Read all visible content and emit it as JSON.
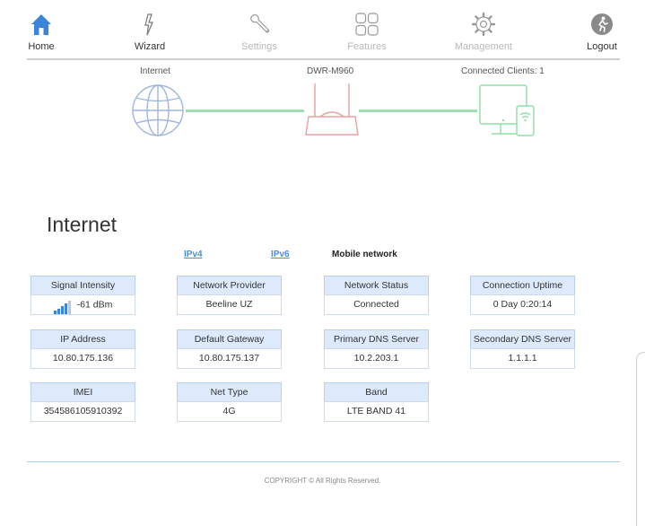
{
  "nav": {
    "items": [
      {
        "label": "Home",
        "icon": "home-icon",
        "state": "active"
      },
      {
        "label": "Wizard",
        "icon": "wizard-icon",
        "state": "normal"
      },
      {
        "label": "Settings",
        "icon": "wrench-icon",
        "state": "disabled"
      },
      {
        "label": "Features",
        "icon": "features-grid-icon",
        "state": "disabled"
      },
      {
        "label": "Management",
        "icon": "gear-icon",
        "state": "disabled"
      },
      {
        "label": "Logout",
        "icon": "logout-icon",
        "state": "normal"
      }
    ]
  },
  "diagram": {
    "internet_label": "Internet",
    "router_label": "DWR-M960",
    "clients_label": "Connected Clients: 1"
  },
  "section": {
    "title": "Internet"
  },
  "tabs": {
    "ipv4": "IPv4",
    "ipv6": "IPv6",
    "mobile": "Mobile network"
  },
  "cards": [
    {
      "label": "Signal Intensity",
      "value": "-61 dBm",
      "signal_bars_lit": 4,
      "signal_bars_total": 5
    },
    {
      "label": "Network Provider",
      "value": "Beeline UZ"
    },
    {
      "label": "Network Status",
      "value": "Connected"
    },
    {
      "label": "Connection Uptime",
      "value": "0 Day 0:20:14"
    },
    {
      "label": "IP Address",
      "value": "10.80.175.136"
    },
    {
      "label": "Default Gateway",
      "value": "10.80.175.137"
    },
    {
      "label": "Primary DNS Server",
      "value": "10.2.203.1"
    },
    {
      "label": "Secondary DNS Server",
      "value": "1.1.1.1"
    },
    {
      "label": "IMEI",
      "value": "354586105910392"
    },
    {
      "label": "Net Type",
      "value": "4G"
    },
    {
      "label": "Band",
      "value": "LTE BAND 41"
    }
  ],
  "footer": {
    "copyright": "COPYRIGHT © All Rights Reserved."
  },
  "colors": {
    "accent": "#3c84d6",
    "card_header_bg": "#dceafb",
    "link": "#4a8fd8",
    "connector": "#9fe0b3",
    "router": "#e7a0a0",
    "devices": "#8fdfa9"
  }
}
